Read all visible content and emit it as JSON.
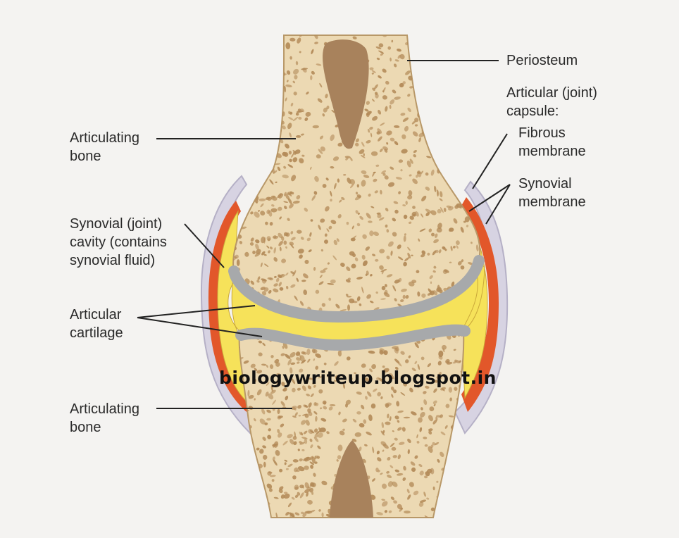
{
  "labels": {
    "periosteum": "Periosteum",
    "capsule": [
      "Articular (joint)",
      "capsule:"
    ],
    "fibrous": [
      "Fibrous",
      "membrane"
    ],
    "synovial_membrane": [
      "Synovial",
      "membrane"
    ],
    "articulating_bone_top": [
      "Articulating",
      "bone"
    ],
    "synovial_cavity": [
      "Synovial (joint)",
      "cavity (contains",
      "synovial fluid)"
    ],
    "articular_cartilage": [
      "Articular",
      "cartilage"
    ],
    "articulating_bone_bottom": [
      "Articulating",
      "bone"
    ]
  },
  "watermark": "biologywriteup.blogspot.in",
  "colors": {
    "background": "#f4f3f1",
    "bone": "#ecd9b3",
    "bone_pores": "#b38a58",
    "marrow": "#a8825c",
    "cartilage": "#a7a9ab",
    "synovial_fluid": "#f6e25a",
    "synovial_membrane": "#e2572a",
    "fibrous_capsule": "#d7d3e2",
    "leader_lines": "#222222"
  }
}
